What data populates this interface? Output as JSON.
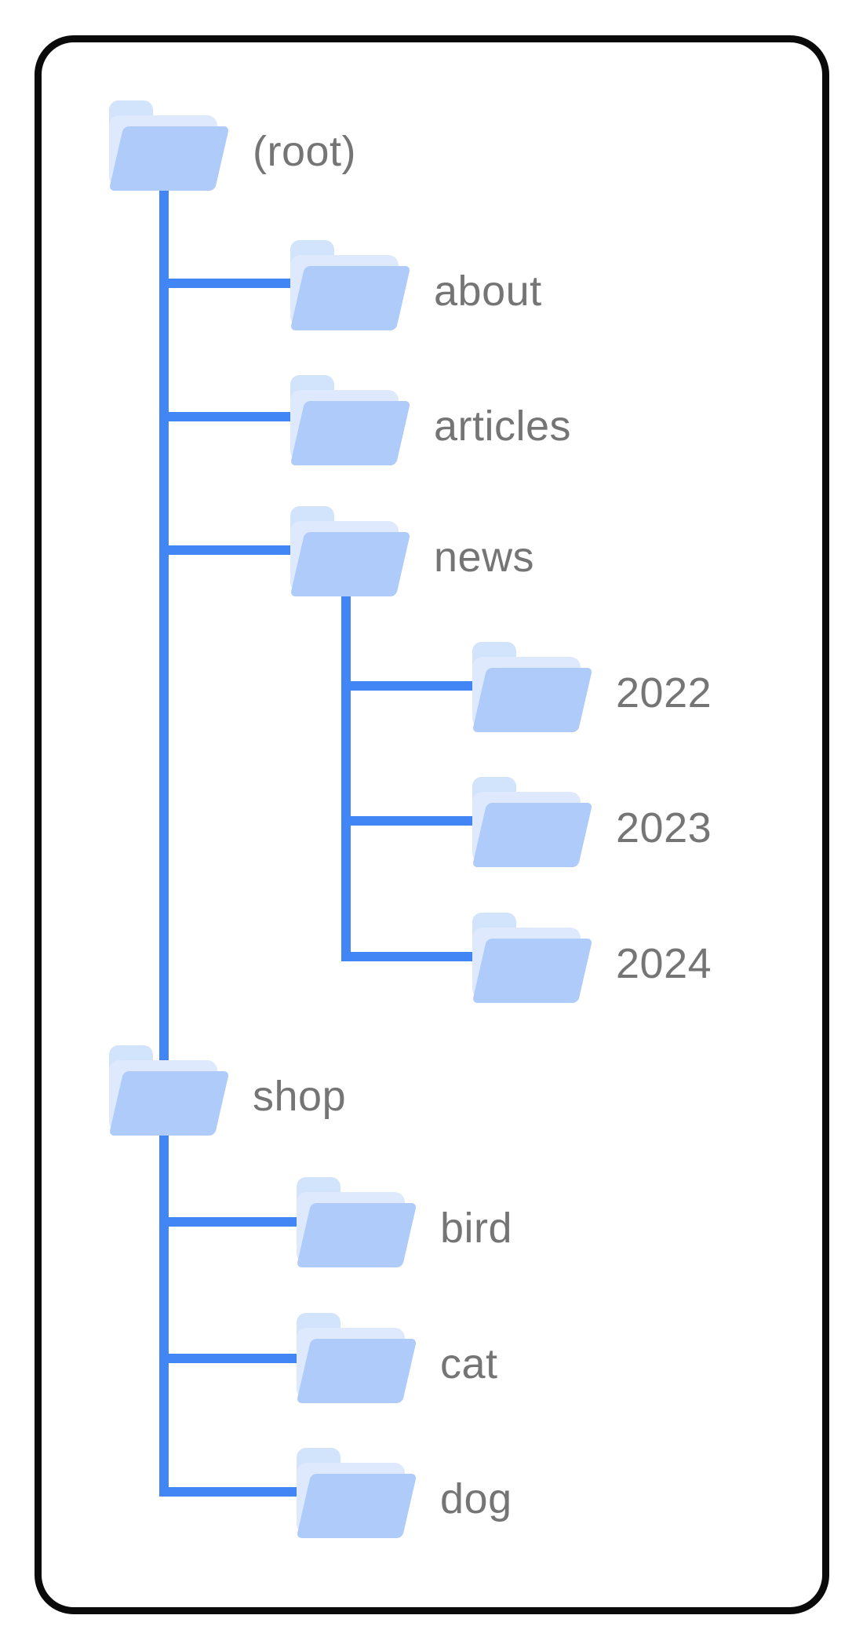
{
  "diagram": {
    "kind": "site-folder-structure",
    "colors": {
      "connector_line": "#4285F4",
      "folder_front": "#AECBFA",
      "folder_back_sheet": "#DEE9FD",
      "folder_tab": "#D2E3FC",
      "label_text": "#757575",
      "card_border": "#0A0A0A",
      "card_background": "#FFFFFF"
    },
    "tree": {
      "root": {
        "label": "(root)",
        "children": [
          {
            "label": "about",
            "children": []
          },
          {
            "label": "articles",
            "children": []
          },
          {
            "label": "news",
            "children": [
              {
                "label": "2022",
                "children": []
              },
              {
                "label": "2023",
                "children": []
              },
              {
                "label": "2024",
                "children": []
              }
            ]
          },
          {
            "label": "shop",
            "children": [
              {
                "label": "bird",
                "children": []
              },
              {
                "label": "cat",
                "children": []
              },
              {
                "label": "dog",
                "children": []
              }
            ]
          }
        ]
      }
    }
  }
}
